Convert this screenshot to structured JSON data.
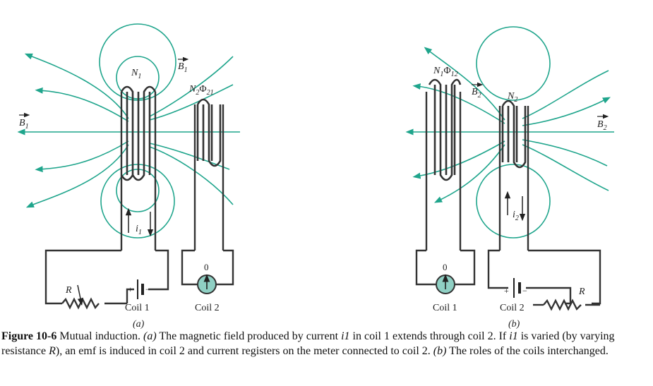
{
  "colors": {
    "field": "#1fa58c",
    "wire": "#333333",
    "meter": "#8fd0c4"
  },
  "panel_a": {
    "label": "(a)",
    "turns_label": "N",
    "turns_sub": "1",
    "field_label": "B",
    "field_sub": "1",
    "flux_label": "N",
    "flux_sub": "2",
    "flux_symbol": "Φ",
    "flux_symbol_sub": "21",
    "left_field_label": "B",
    "left_field_sub": "1",
    "current_label": "i",
    "current_sub": "1",
    "resistor_label": "R",
    "battery_plus": "+",
    "battery_minus": "−",
    "meter_zero": "0",
    "coil1_label": "Coil 1",
    "coil2_label": "Coil 2"
  },
  "panel_b": {
    "label": "(b)",
    "turns_label": "N",
    "turns_sub": "1",
    "flux_symbol": "Φ",
    "flux_symbol_sub": "12",
    "field_label": "B",
    "field_sub": "2",
    "n2_label": "N",
    "n2_sub": "2",
    "right_field_label": "B",
    "right_field_sub": "2",
    "current_label": "i",
    "current_sub": "2",
    "resistor_label": "R",
    "battery_plus": "+",
    "battery_minus": "−",
    "meter_zero": "0",
    "coil1_label": "Coil 1",
    "coil2_label": "Coil 2"
  },
  "caption": {
    "figure_label": "Figure 10-6",
    "p1": " Mutual induction. ",
    "a": "(a)",
    "p2": " The magnetic field produced by current ",
    "i1": "i1",
    "p3": " in coil 1 extends through coil 2. If ",
    "i1b": "i1",
    "p4": " is varied (by varying resistance ",
    "R": "R",
    "p5": "), an emf is induced in coil 2 and current registers on the meter connected to coil 2. ",
    "b": "(b)",
    "p6": " The roles of the coils interchanged."
  }
}
